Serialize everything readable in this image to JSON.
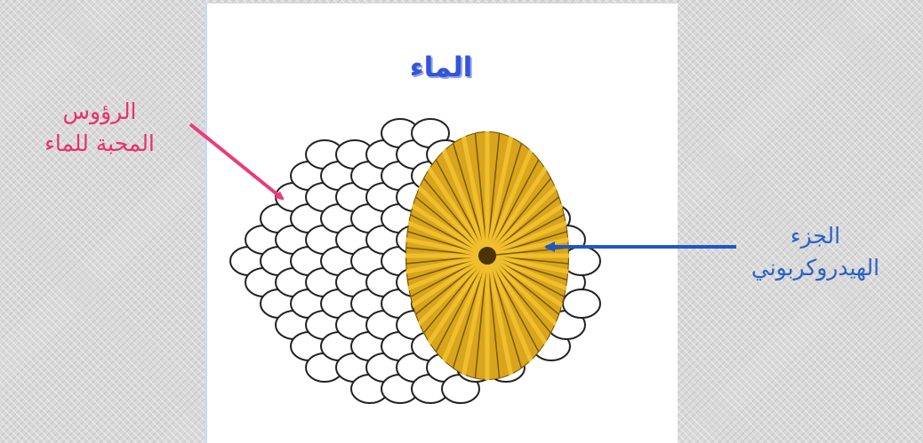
{
  "title": "الماء",
  "labels": {
    "heads_line1": "الرؤوس",
    "heads_line2": "المحبة للماء",
    "tail_line1": "الجزء",
    "tail_line2": "الهيدروكربوني"
  },
  "colors": {
    "heads_label": "#e8306e",
    "tail_label": "#2b62c4",
    "heads_arrow": "#ec3a7c",
    "tail_arrow": "#1f57c7",
    "title": "#3355d6",
    "core": "#d9a51c"
  },
  "icons": {
    "micelle": "micelle-illustration"
  }
}
